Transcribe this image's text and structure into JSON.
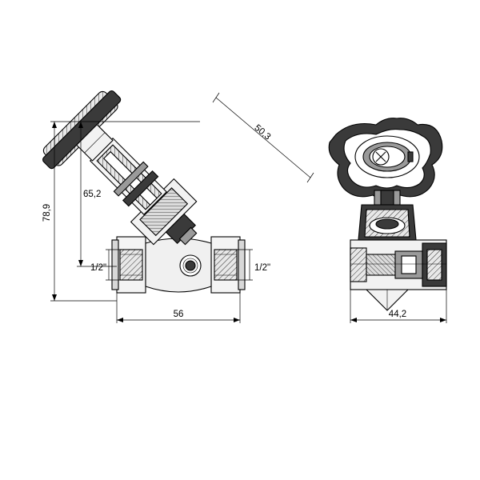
{
  "dimensions": {
    "total_height": "78,9",
    "stem_height": "65,2",
    "handwheel_diameter": "50,3",
    "body_length": "56",
    "inlet_thread": "1/2\"",
    "outlet_thread": "1/2\"",
    "side_width": "44,2"
  },
  "colors": {
    "line": "#000000",
    "dark_fill": "#3a3a3a",
    "light_fill": "#e8e8e8",
    "mid_fill": "#9a9a9a"
  }
}
